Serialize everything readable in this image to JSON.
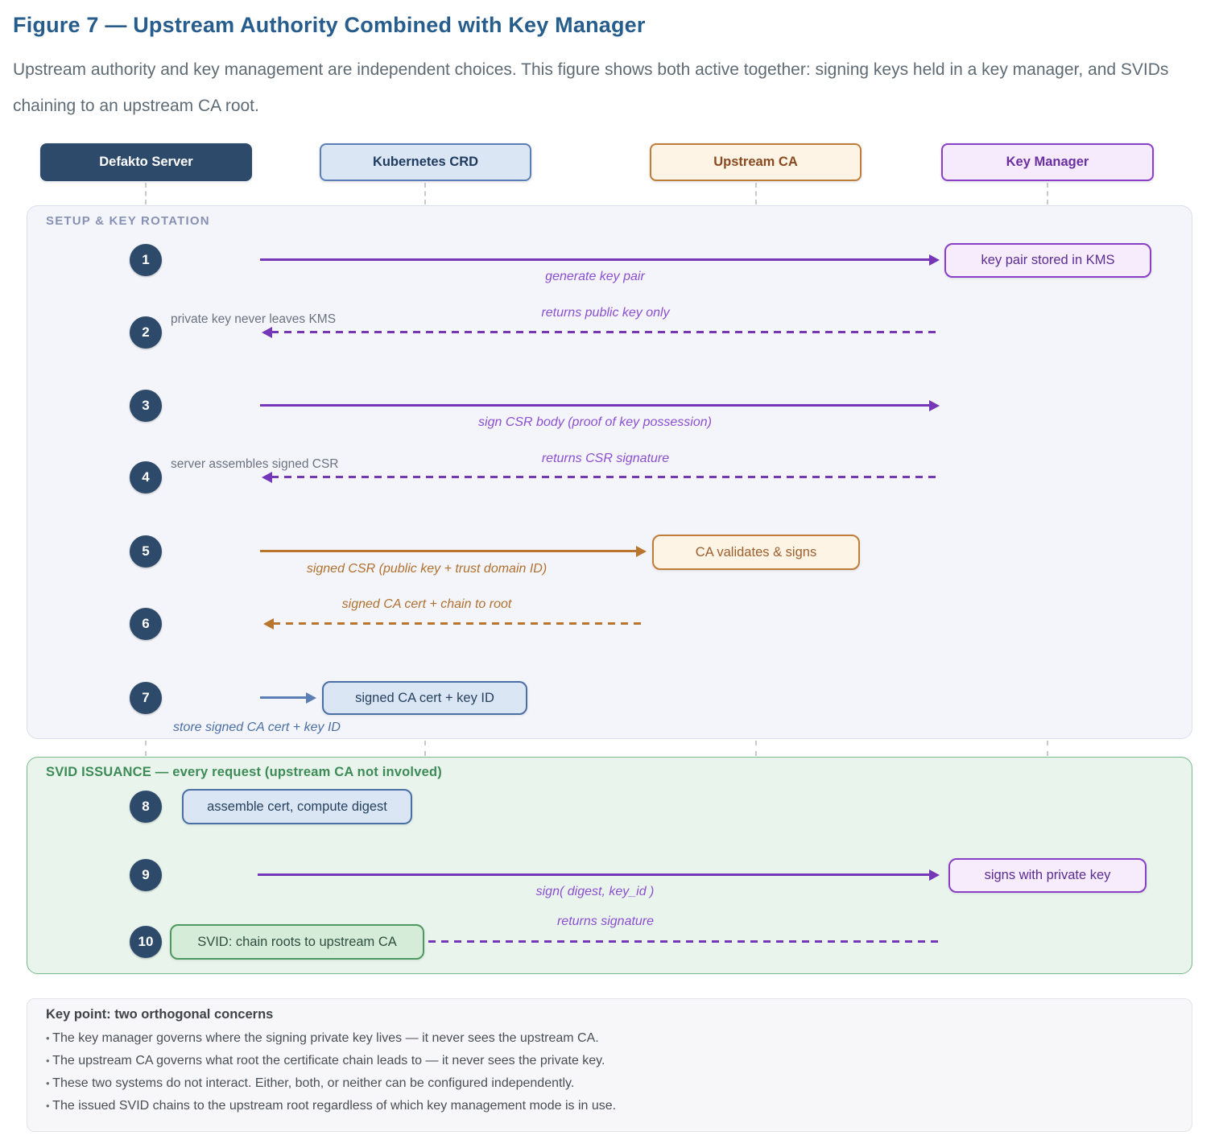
{
  "figure": {
    "title": "Figure 7 — Upstream Authority Combined with Key Manager",
    "subtitle": "Upstream authority and key management are independent choices. This figure shows both active together: signing keys held in a key manager, and SVIDs chaining to an upstream CA root."
  },
  "actors": {
    "defakto": "Defakto Server",
    "kubernetes": "Kubernetes CRD",
    "upstream_ca": "Upstream CA",
    "key_manager": "Key Manager"
  },
  "setup": {
    "title": "SETUP & KEY ROTATION",
    "step1": {
      "num": "1",
      "message": "generate key pair",
      "box": "key pair stored in KMS"
    },
    "step2": {
      "num": "2",
      "note": "private key never leaves KMS",
      "message": "returns public key only"
    },
    "step3": {
      "num": "3",
      "message": "sign CSR body (proof of key possession)"
    },
    "step4": {
      "num": "4",
      "note": "server assembles signed CSR",
      "message": "returns CSR signature"
    },
    "step5": {
      "num": "5",
      "message": "signed CSR (public key + trust domain ID)",
      "box": "CA validates & signs"
    },
    "step6": {
      "num": "6",
      "message": "signed CA cert + chain to root"
    },
    "step7": {
      "num": "7",
      "message": "store signed CA cert + key ID",
      "box": "signed CA cert + key ID"
    }
  },
  "svid": {
    "title": "SVID ISSUANCE — every request (upstream CA not involved)",
    "step8": {
      "num": "8",
      "box": "assemble cert, compute digest"
    },
    "step9": {
      "num": "9",
      "message": "sign( digest, key_id )",
      "box": "signs with private key"
    },
    "step10": {
      "num": "10",
      "box": "SVID: chain roots to upstream CA",
      "message": "returns signature"
    }
  },
  "key_point": {
    "title": "Key point: two orthogonal concerns",
    "bullets": [
      "The key manager governs where the signing private key lives — it never sees the upstream CA.",
      "The upstream CA governs what root the certificate chain leads to — it never sees the private key.",
      "These two systems do not interact. Either, both, or neither can be configured independently.",
      "The issued SVID chains to the upstream root regardless of which key management mode is in use."
    ]
  },
  "colors": {
    "title_blue": "#275d8d",
    "navy": "#2d4a6b",
    "purple_arrow": "#7636b8",
    "purple_label": "#8b4fd1",
    "orange_arrow": "#b9752e",
    "blue_arrow": "#4a6fa5",
    "green_header": "#3d8b57"
  }
}
